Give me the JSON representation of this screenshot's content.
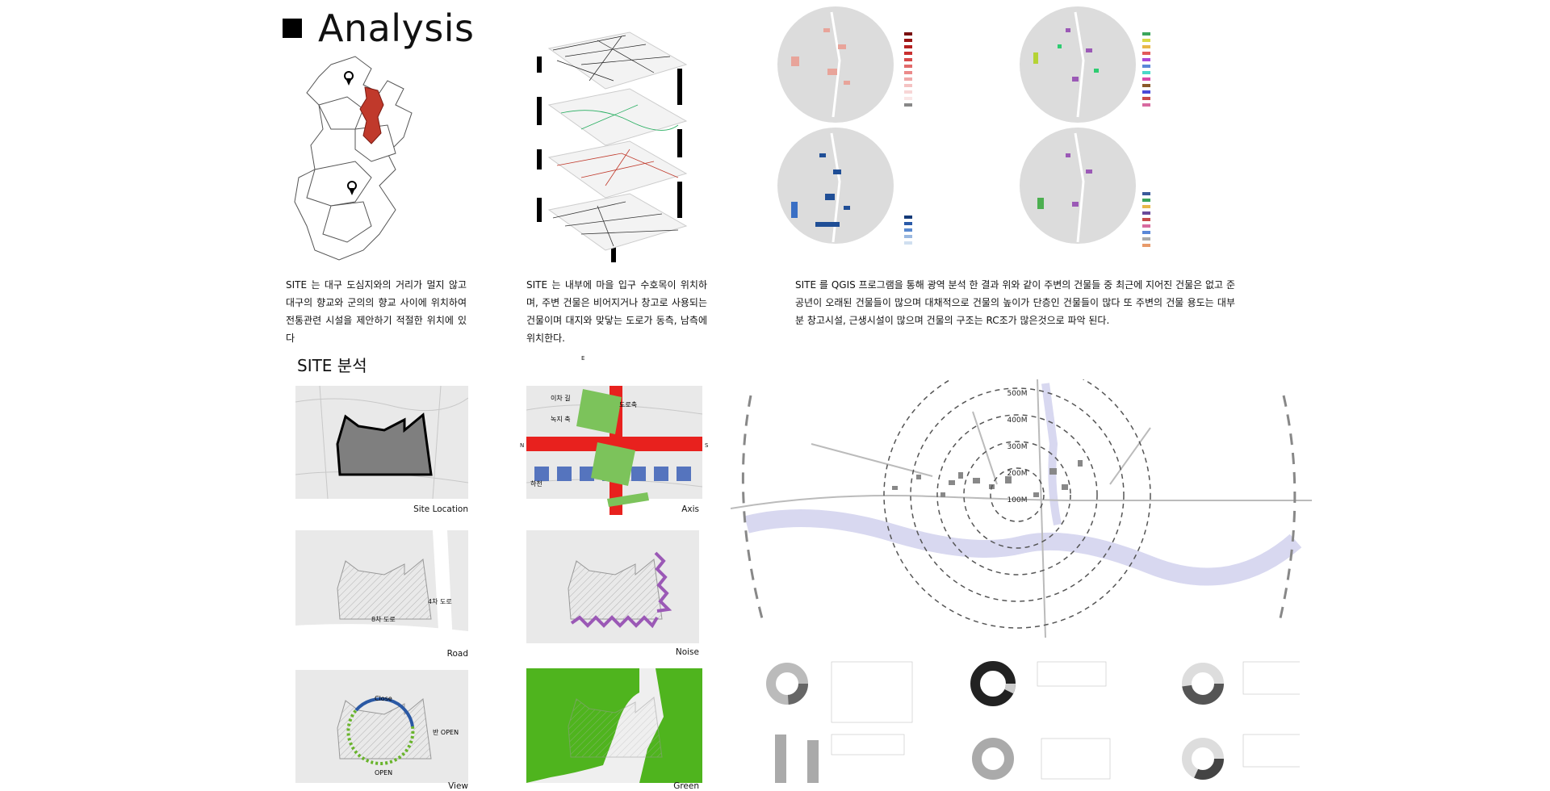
{
  "header": {
    "title": "Analysis"
  },
  "descriptions": {
    "p1": "SITE 는 대구 도심지와의 거리가 멀지 않고 대구의 향교와 군의의 향교 사이에 위치하여전통관련 시설을 제안하기 적절한 위치에 있다",
    "p2": "SITE 는 내부에 마을 입구 수호목이 위치하며, 주변 건물은 비어지거나 창고로 사용되는 건물이며 대지와 맞닿는 도로가 동측, 남측에 위치한다.",
    "p3": "SITE 를 QGIS 프로그램을 통해 광역 분석 한 결과 위와 같이 주변의 건물들 중 최근에 지어진 건물은 없고 준공년이 오래된 건물들이 많으며 대채적으로 건물의 높이가 단층인 건물들이 많다 또 주변의 건물 용도는 대부분 창고시설, 근생시설이 많으며 건물의 구조는 RC조가 많은것으로 파악 된다."
  },
  "site_section": {
    "title": "SITE 분석"
  },
  "panels": {
    "site_location": {
      "caption": "Site Location"
    },
    "axis": {
      "caption": "Axis",
      "compass_e": "E",
      "compass_n": "N",
      "compass_s": "S",
      "label_1": "이차 길",
      "label_2": "녹지 축",
      "label_3": "도로축",
      "label_4": "하천"
    },
    "road": {
      "caption": "Road",
      "road_1": "4차 도로",
      "road_2": "8차 도로"
    },
    "noise": {
      "caption": "Noise"
    },
    "view": {
      "caption": "View",
      "close": "Close",
      "open": "OPEN",
      "half_open": "반 OPEN"
    },
    "green": {
      "caption": "Green"
    }
  },
  "radius_map": {
    "rings": [
      "500M",
      "400M",
      "300M",
      "200M",
      "100M"
    ]
  },
  "colors": {
    "axis_red": "#e8211e",
    "axis_blue": "#5574be",
    "axis_green": "#7cc35b",
    "site_fill": "#7f7f7f",
    "noise_purple": "#9b59b6",
    "green_fill": "#4fb41e",
    "view_blue": "#2b59a4",
    "view_green": "#69b42c",
    "river": "#d8d8f0"
  }
}
